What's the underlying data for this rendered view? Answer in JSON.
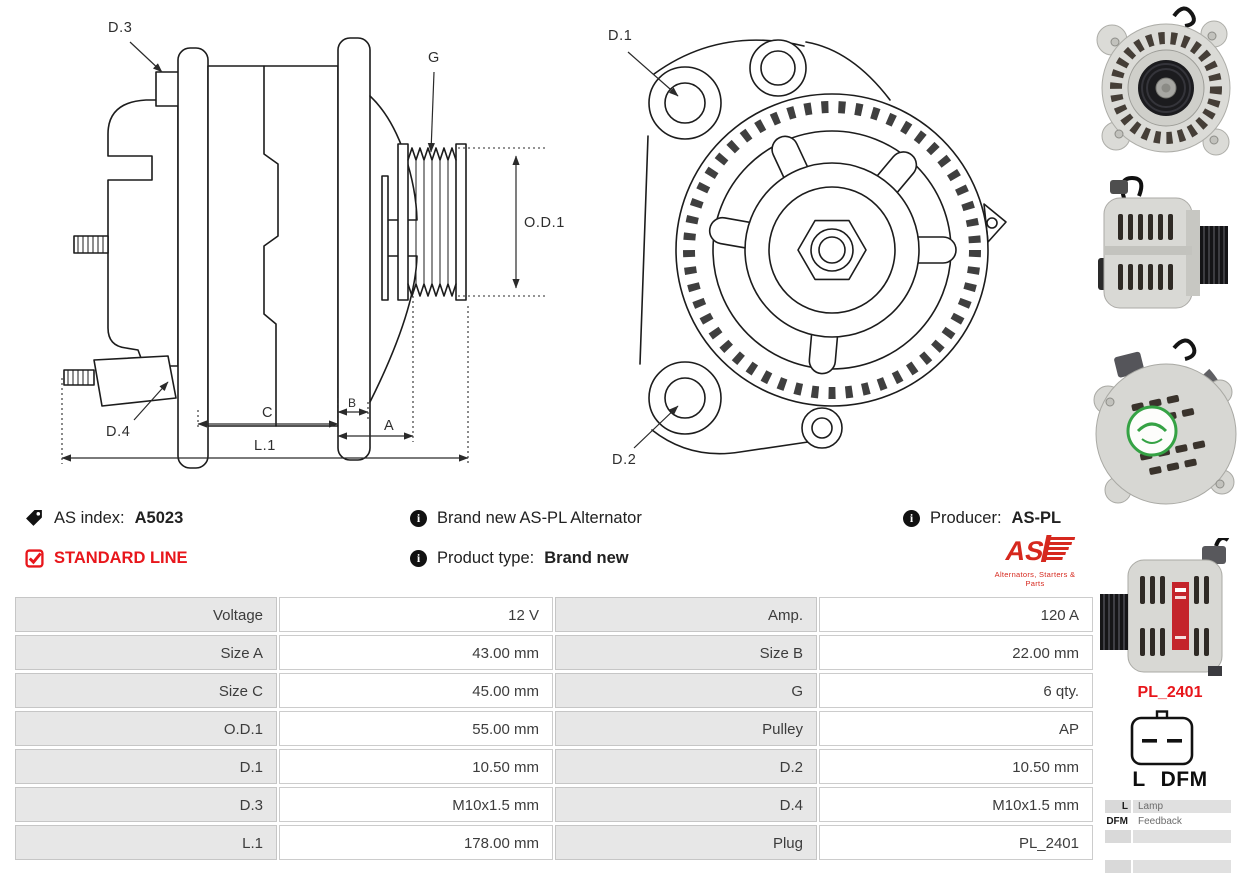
{
  "colors": {
    "accent_red": "#e8161b",
    "logo_red": "#d6281e",
    "table_label_bg": "#e7e7e7",
    "sticker_green": "#35a244"
  },
  "header": {
    "as_index_label": "AS index:",
    "as_index_value": "A5023",
    "line_label": "STANDARD LINE",
    "description": "Brand new AS-PL Alternator",
    "product_type_label": "Product type:",
    "product_type_value": "Brand new",
    "producer_label": "Producer:",
    "producer_value": "AS-PL"
  },
  "brand": {
    "logo_text": "AS",
    "tagline": "Alternators, Starters & Parts"
  },
  "diagrams": {
    "side": {
      "d3": "D.3",
      "g": "G",
      "od1": "O.D.1",
      "d4": "D.4",
      "c": "C",
      "b": "B",
      "a": "A",
      "l1": "L.1"
    },
    "front": {
      "d1": "D.1",
      "d2": "D.2"
    }
  },
  "plug": {
    "name": "PL_2401",
    "pins": "L DFM",
    "legend": [
      {
        "key": "L",
        "value": "Lamp"
      },
      {
        "key": "DFM",
        "value": "Feedback"
      }
    ]
  },
  "spec_table": {
    "rows": [
      {
        "l1": "Voltage",
        "v1": "12 V",
        "l2": "Amp.",
        "v2": "120 A"
      },
      {
        "l1": "Size A",
        "v1": "43.00 mm",
        "l2": "Size B",
        "v2": "22.00 mm"
      },
      {
        "l1": "Size C",
        "v1": "45.00 mm",
        "l2": "G",
        "v2": "6 qty."
      },
      {
        "l1": "O.D.1",
        "v1": "55.00 mm",
        "l2": "Pulley",
        "v2": "AP"
      },
      {
        "l1": "D.1",
        "v1": "10.50 mm",
        "l2": "D.2",
        "v2": "10.50 mm"
      },
      {
        "l1": "D.3",
        "v1": "M10x1.5 mm",
        "l2": "D.4",
        "v2": "M10x1.5 mm"
      },
      {
        "l1": "L.1",
        "v1": "178.00 mm",
        "l2": "Plug",
        "v2": "PL_2401"
      }
    ]
  }
}
